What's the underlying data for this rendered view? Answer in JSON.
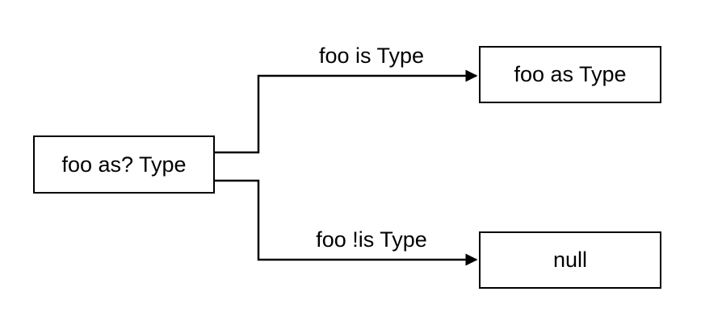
{
  "diagram": {
    "nodes": {
      "source": {
        "label": "foo as? Type"
      },
      "true_branch": {
        "label": "foo as Type"
      },
      "false_branch": {
        "label": "null"
      }
    },
    "edges": {
      "true_edge": {
        "label": "foo is Type"
      },
      "false_edge": {
        "label": "foo !is Type"
      }
    },
    "colors": {
      "stroke": "#000000",
      "text": "#000000",
      "background": "#ffffff"
    }
  }
}
